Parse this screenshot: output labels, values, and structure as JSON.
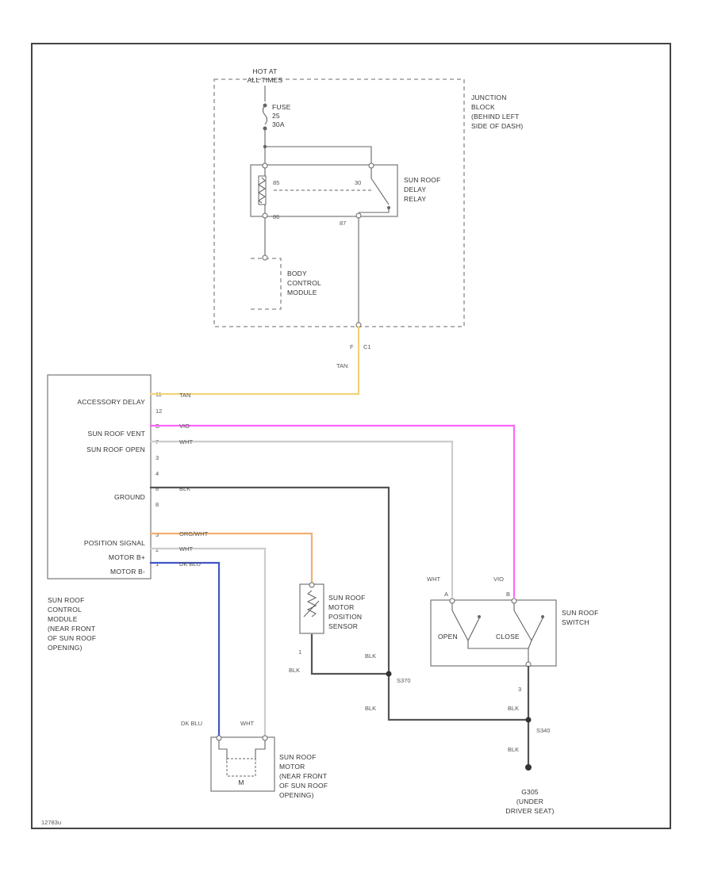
{
  "colors": {
    "tan": "#f2d37c",
    "violet": "#ff66ff",
    "white": "#cccccc",
    "black": "#555555",
    "orange_wht": "#f0b070",
    "dk_blu": "#4055c8",
    "border": "#444444"
  },
  "labels": {
    "hot_at": "HOT AT",
    "all_times": "ALL TIMES",
    "fuse_line1": "FUSE",
    "fuse_line2": "25",
    "fuse_line3": "30A",
    "junction_block": [
      "JUNCTION",
      "BLOCK",
      "(BEHIND LEFT",
      "SIDE OF DASH)"
    ],
    "relay": [
      "SUN ROOF",
      "DELAY",
      "RELAY"
    ],
    "bcm": [
      "BODY",
      "CONTROL",
      "MODULE"
    ],
    "relay_pin_85": "85",
    "relay_pin_30": "30",
    "relay_pin_86": "86",
    "relay_pin_87": "87",
    "c1": "C1",
    "c1_pin": "F",
    "tan_top": "TAN",
    "scm_title": [
      "SUN ROOF",
      "CONTROL",
      "MODULE",
      "(NEAR FRONT",
      "OF SUN ROOF",
      "OPENING)"
    ],
    "sensor": [
      "SUN ROOF",
      "MOTOR",
      "POSITION",
      "SENSOR"
    ],
    "switch": [
      "SUN ROOF",
      "SWITCH"
    ],
    "switch_open": "OPEN",
    "switch_close": "CLOSE",
    "motor": [
      "SUN ROOF",
      "MOTOR",
      "(NEAR FRONT",
      "OF SUN ROOF",
      "OPENING)"
    ],
    "motor_m": "M",
    "ground": [
      "G305",
      "(UNDER",
      "DRIVER SEAT)"
    ],
    "splice_s370": "S370",
    "splice_s340": "S340",
    "blk": "BLK",
    "wht": "WHT",
    "vio": "VIO",
    "dk_blu": "DK BLU",
    "sensor_pin": "1",
    "switch_gnd_pin": "3",
    "code": "12783u"
  },
  "module_pins": [
    {
      "name": "ACCESSORY DELAY",
      "pin": "11",
      "wire": "TAN"
    },
    {
      "name": "",
      "pin": "12",
      "wire": ""
    },
    {
      "name": "SUN ROOF VENT",
      "pin": "B",
      "wire": "VIO"
    },
    {
      "name": "SUN ROOF OPEN",
      "pin": "7",
      "wire": "WHT"
    },
    {
      "name": "",
      "pin": "3",
      "wire": ""
    },
    {
      "name": "",
      "pin": "4",
      "wire": ""
    },
    {
      "name": "GROUND",
      "pin": "8",
      "wire": "BLK"
    },
    {
      "name": "",
      "pin": "8",
      "wire": ""
    },
    {
      "name": "POSITION SIGNAL",
      "pin": "3",
      "wire": "ORG/WHT"
    },
    {
      "name": "MOTOR B+",
      "pin": "2",
      "wire": "WHT"
    },
    {
      "name": "MOTOR B-",
      "pin": "1",
      "wire": "DK BLU"
    }
  ]
}
